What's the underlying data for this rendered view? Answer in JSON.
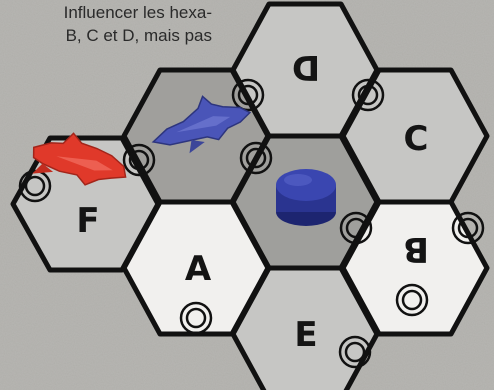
{
  "caption": {
    "line1": "Influencer les hexa-",
    "line2": "B, C et D, mais pas"
  },
  "hexes": [
    {
      "id": "A",
      "label": "A",
      "shade": "light"
    },
    {
      "id": "B",
      "label": "B",
      "shade": "light"
    },
    {
      "id": "C",
      "label": "C",
      "shade": "dark"
    },
    {
      "id": "D",
      "label": "D",
      "shade": "dark"
    },
    {
      "id": "E",
      "label": "E",
      "shade": "dark"
    },
    {
      "id": "F",
      "label": "F",
      "shade": "dark"
    },
    {
      "id": "center",
      "label": "",
      "shade": "darker"
    },
    {
      "id": "ship-hex",
      "label": "",
      "shade": "darker"
    }
  ],
  "pieces": {
    "red_ship": {
      "color": "#e0392a"
    },
    "blue_ship": {
      "color": "#4a55b8"
    },
    "blue_token": {
      "color": "#2f3a9e"
    }
  },
  "colors": {
    "hex_light": "#f1f0ee",
    "hex_dark": "#c6c6c4",
    "hex_darker": "#9f9f9c",
    "hex_border": "#111111"
  }
}
